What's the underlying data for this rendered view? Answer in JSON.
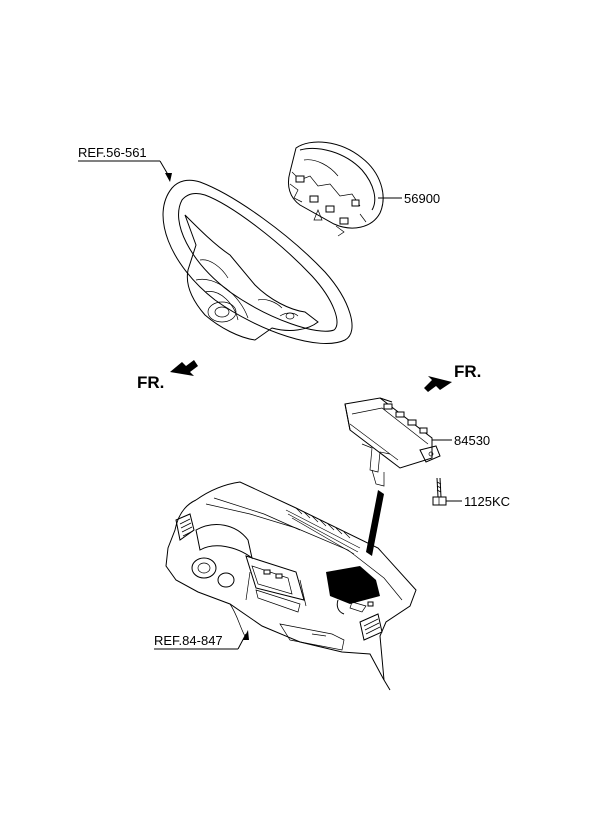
{
  "labels": {
    "ref_steering": "REF.56-561",
    "part_driver_airbag": "56900",
    "part_passenger_airbag": "84530",
    "part_bolt": "1125KC",
    "ref_crashpad": "REF.84-847"
  },
  "direction_markers": {
    "left_front": "FR.",
    "right_front": "FR."
  }
}
